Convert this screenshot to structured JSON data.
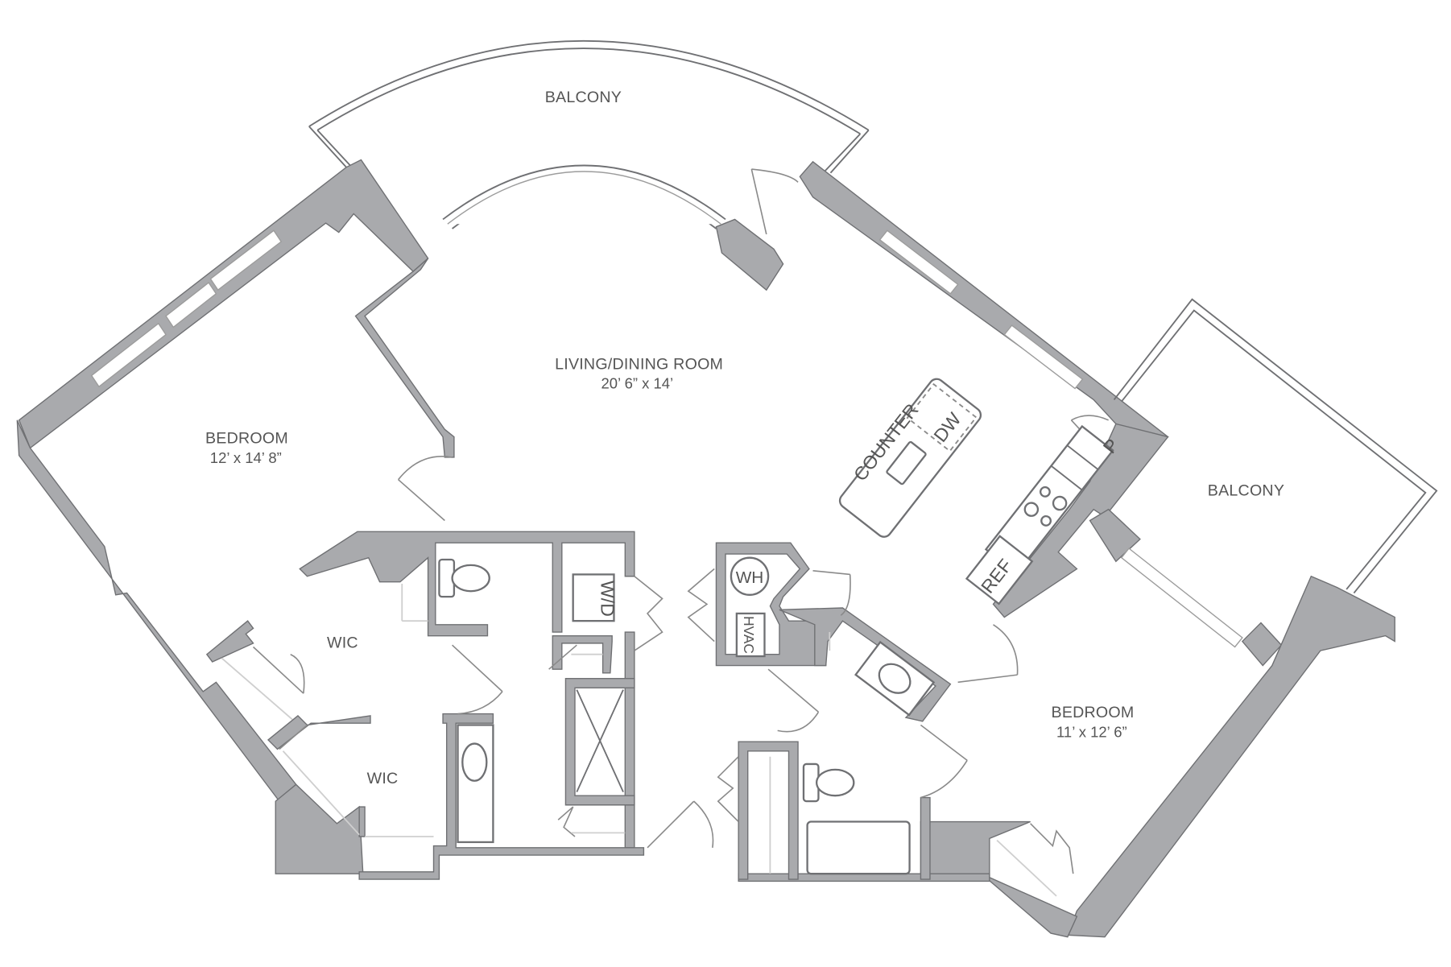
{
  "colors": {
    "wall": "#a9aaad",
    "line": "#6f7073",
    "text": "#555555",
    "background": "#ffffff"
  },
  "rooms": {
    "balcony_top": {
      "name": "BALCONY"
    },
    "balcony_right": {
      "name": "BALCONY"
    },
    "living": {
      "name": "LIVING/DINING ROOM",
      "dims": "20’ 6” x 14’"
    },
    "bedroom_left": {
      "name": "BEDROOM",
      "dims": "12’ x 14’ 8”"
    },
    "bedroom_right": {
      "name": "BEDROOM",
      "dims": "11’ x 12’ 6”"
    },
    "wic_upper": {
      "name": "WIC"
    },
    "wic_lower": {
      "name": "WIC"
    }
  },
  "fixtures": {
    "counter": "COUNTER",
    "dishwasher": "DW",
    "pantry": "P",
    "refrigerator": "REF",
    "washer_dryer": "W/D",
    "water_heater": "WH",
    "hvac": "HVAC"
  }
}
